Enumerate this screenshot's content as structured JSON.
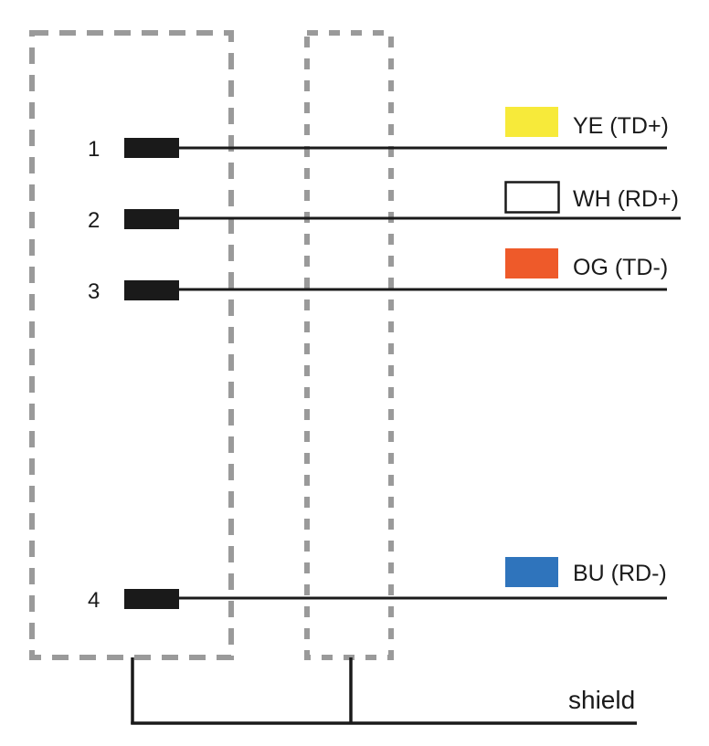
{
  "colors": {
    "housing_dash": "#9a9a9a",
    "pin": "#1a1a1a",
    "wire": "#1a1a1a",
    "yellow": "#f7ea3a",
    "white": "#ffffff",
    "orange": "#ee5a2a",
    "blue": "#2f74bc"
  },
  "pins": [
    {
      "number": "1",
      "wire_label": "YE (TD+)",
      "color_name": "yellow"
    },
    {
      "number": "2",
      "wire_label": "WH (RD+)",
      "color_name": "white"
    },
    {
      "number": "3",
      "wire_label": "OG (TD-)",
      "color_name": "orange"
    },
    {
      "number": "4",
      "wire_label": "BU (RD-)",
      "color_name": "blue"
    }
  ],
  "shield": {
    "label": "shield"
  }
}
